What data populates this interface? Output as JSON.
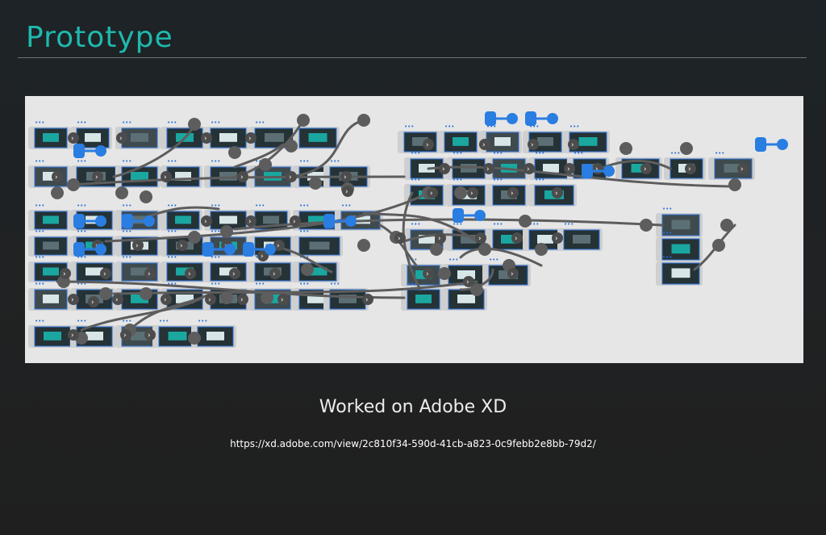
{
  "page": {
    "title": "Prototype",
    "caption": "Worked on Adobe XD",
    "link": "https://xd.adobe.com/view/2c810f34-590d-41cb-a823-0c9febb2e8bb-79d2/"
  },
  "colors": {
    "accent": "#1fb8ad",
    "canvas": "#e6e6e6",
    "wire": "#5d5d5d",
    "artboard_border": "#2b72d8",
    "flow_marker": "#2a7de1"
  },
  "prototype_canvas": {
    "description_icon": "artboard-thumbnail-icon"
  }
}
